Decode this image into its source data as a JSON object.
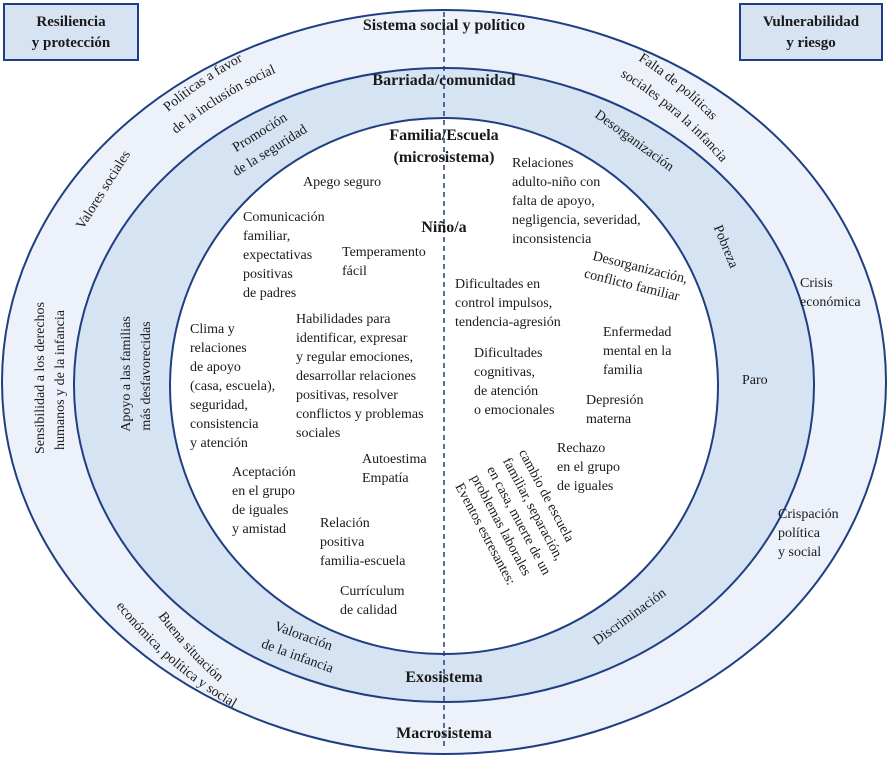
{
  "corners": {
    "left": {
      "line1": "Resiliencia",
      "line2": "y protección"
    },
    "right": {
      "line1": "Vulnerabilidad",
      "line2": "y riesgo"
    }
  },
  "ring_titles": {
    "social": "Sistema social y político",
    "barriada": "Barriada/comunidad",
    "familia_line1": "Familia/Escuela",
    "familia_line2": "(microsistema)",
    "nino": "Niño/a",
    "exosistema": "Exosistema",
    "macrosistema": "Macrosistema"
  },
  "outer_ring": {
    "politicas_l1": "Políticas a favor",
    "politicas_l2": "de la inclusión social",
    "valores": "Valores sociales",
    "sensibilidad_l1": "Sensibilidad a los derechos",
    "sensibilidad_l2": "humanos y de la infancia",
    "buena_l1": "Buena situación",
    "buena_l2": "económica, política y social",
    "falta_l1": "Falta de políticas",
    "falta_l2": "sociales para la infancia",
    "crisis_l1": "Crisis",
    "crisis_l2": "económica",
    "crispacion_l1": "Crispación",
    "crispacion_l2": "política",
    "crispacion_l3": "y social"
  },
  "middle_ring": {
    "promocion_l1": "Promoción",
    "promocion_l2": "de la seguridad",
    "apoyo_l1": "Apoyo a las familias",
    "apoyo_l2": "más desfavorecidas",
    "valoracion_l1": "Valoración",
    "valoracion_l2": "de la infancia",
    "desorganizacion": "Desorganización",
    "pobreza": "Pobreza",
    "paro": "Paro",
    "discriminacion": "Discriminación"
  },
  "inner_left": {
    "apego": "Apego seguro",
    "comunicacion": [
      "Comunicación",
      "familiar,",
      "expectativas",
      "positivas",
      "de padres"
    ],
    "temperamento": [
      "Temperamento",
      "fácil"
    ],
    "clima": [
      "Clima y",
      "relaciones",
      "de apoyo",
      "(casa, escuela),",
      "seguridad,",
      "consistencia",
      "y atención"
    ],
    "habilidades": [
      "Habilidades para",
      "identificar, expresar",
      "y regular emociones,",
      "desarrollar relaciones",
      "positivas, resolver",
      "conflictos y problemas",
      "sociales"
    ],
    "aceptacion": [
      "Aceptación",
      "en el grupo",
      "de iguales",
      "y amistad"
    ],
    "autoestima": [
      "Autoestima",
      "Empatía"
    ],
    "relacion": [
      "Relación",
      "positiva",
      "familia-escuela"
    ],
    "curriculum": [
      "Currículum",
      "de calidad"
    ]
  },
  "inner_right": {
    "relaciones": [
      "Relaciones",
      "adulto-niño con",
      "falta de apoyo,",
      "negligencia, severidad,",
      "inconsistencia"
    ],
    "dificultades_control": [
      "Dificultades en",
      "control impulsos,",
      "tendencia-agresión"
    ],
    "desorg_familiar": [
      "Desorganización,",
      "conflicto familiar"
    ],
    "enfermedad": [
      "Enfermedad",
      "mental en la",
      "familia"
    ],
    "dificultades_cog": [
      "Dificultades",
      "cognitivas,",
      "de atención",
      "o emocionales"
    ],
    "depresion": [
      "Depresión",
      "materna"
    ],
    "rechazo": [
      "Rechazo",
      "en el grupo",
      "de iguales"
    ],
    "eventos": [
      "Eventos estresantes:",
      "problemas laborales",
      "en casa, muerte de un",
      "familiar, separación,",
      "cambio de escuela"
    ]
  },
  "colors": {
    "outer_ring_fill": "#edf2fa",
    "middle_ring_fill": "#d6e3f3",
    "ring_stroke": "#1f3f82",
    "corner_box_fill": "#d6e3f3"
  }
}
